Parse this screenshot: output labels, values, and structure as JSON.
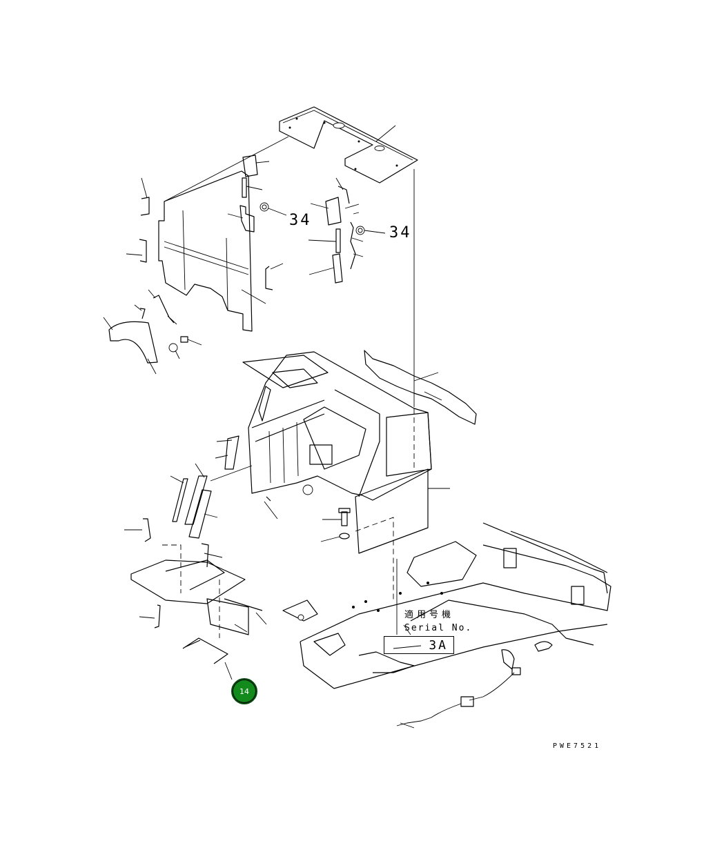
{
  "callouts": {
    "left_34": "34",
    "right_34": "34",
    "serial_jp": "適用号機",
    "serial_en": "Serial No.",
    "serial_ref": "3A"
  },
  "badge": {
    "label": "14",
    "color": "#138a1c"
  },
  "drawing_number": "PWE7521"
}
